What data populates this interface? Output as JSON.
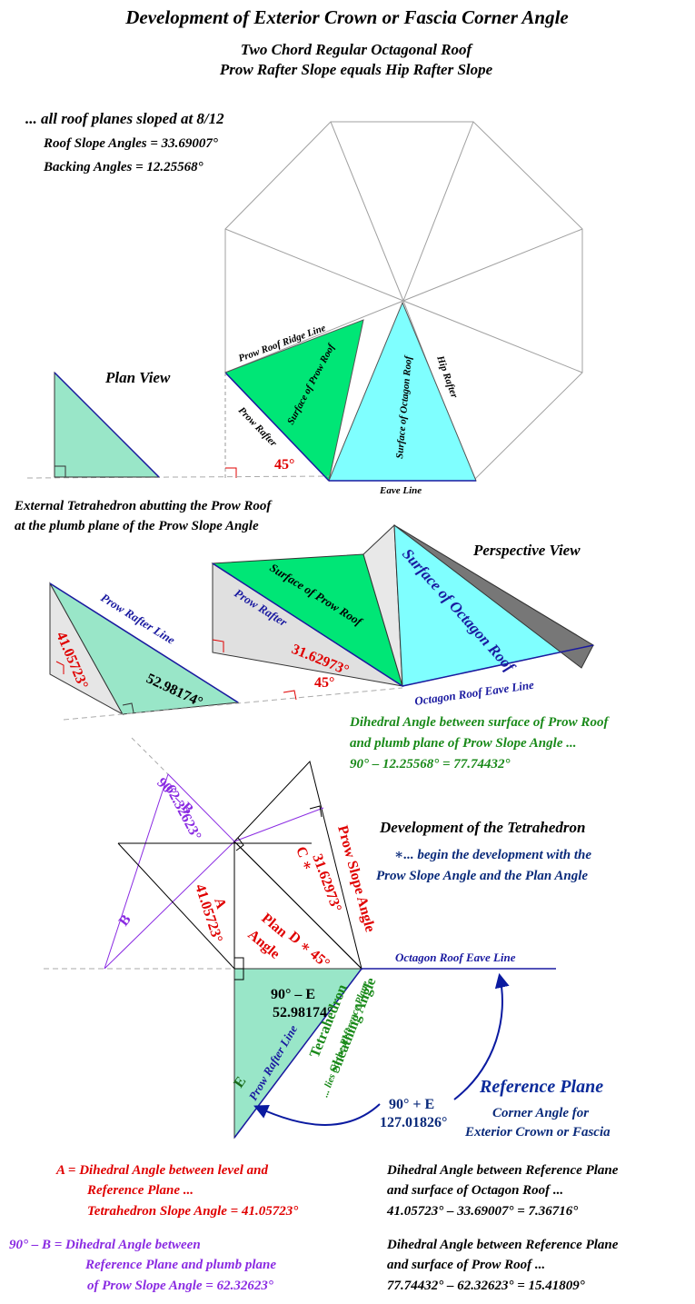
{
  "header": {
    "title": "Development of Exterior Crown or Fascia Corner Angle",
    "subtitle1": "Two Chord Regular Octagonal Roof",
    "subtitle2": "Prow Rafter Slope equals Hip Rafter Slope"
  },
  "plan": {
    "slope_note": "... all roof planes sloped at 8/12",
    "slope_angles": "Roof Slope Angles = 33.69007°",
    "backing_angles": "Backing Angles = 12.25568°",
    "view_label": "Plan View",
    "ridge_line": "Prow Roof Ridge Line",
    "surface_prow": "Surface of Prow Roof",
    "surface_octagon": "Surface of Octagon Roof",
    "hip_rafter": "Hip Rafter",
    "prow_rafter": "Prow Rafter",
    "angle_45": "45°",
    "eave_line": "Eave Line"
  },
  "perspective": {
    "tetra_note1": "External Tetrahedron abutting the Prow Roof",
    "tetra_note2": "at the plumb plane of the Prow Slope Angle",
    "view_label": "Perspective View",
    "prow_rafter_line": "Prow Rafter Line",
    "angle_a": "41.05723°",
    "angle_e": "52.98174°",
    "surface_prow": "Surface of Prow Roof",
    "prow_rafter": "Prow Rafter",
    "angle_c": "31.62973°",
    "angle_45": "45°",
    "surface_octagon": "Surface of Octagon Roof",
    "eave_line": "Octagon Roof Eave Line",
    "dihedral1": "Dihedral Angle between surface of Prow Roof",
    "dihedral2": "and plumb plane of Prow Slope Angle ...",
    "dihedral3": "90° – 12.25568° = 77.74432°"
  },
  "development": {
    "heading": "Development of the Tetrahedron",
    "hint1": "∗... begin the development with the",
    "hint2": "Prow Slope Angle and the Plan Angle",
    "b_top": "90° – B",
    "b_value": "62.32623°",
    "b_label": "B",
    "c_label": "C ∗",
    "c_value": "31.62973°",
    "prow_slope": "Prow Slope Angle",
    "a_label": "A",
    "a_value": "41.05723°",
    "plan_angle_1": "Plan",
    "plan_angle_2": "Angle",
    "d_label": "D ∗ 45°",
    "eave_line": "Octagon Roof Eave Line",
    "e_top": "90° – E",
    "e_value": "52.98174°",
    "e_label": "E",
    "prow_rafter_line": "Prow Rafter Line",
    "tetra1": "Tetrahedron",
    "tetra2": "Sheathing Angle",
    "tetra3": "... lies on the Reference Plane",
    "ninety_plus_e": "90° + E",
    "corner_value": "127.01826°",
    "ref_plane": "Reference Plane",
    "corner1": "Corner Angle for",
    "corner2": "Exterior Crown or Fascia"
  },
  "footer": {
    "a_line1": "A = Dihedral Angle between level and",
    "a_line2": "Reference Plane ...",
    "a_line3": "Tetrahedron Slope Angle = 41.05723°",
    "b_line1": "90° – B = Dihedral Angle between",
    "b_line2": "Reference Plane and plumb plane",
    "b_line3": "of Prow Slope Angle = 62.32623°",
    "r1_line1": "Dihedral Angle between Reference Plane",
    "r1_line2": "and surface of Octagon Roof ...",
    "r1_line3": "41.05723° – 33.69007° = 7.36716°",
    "r2_line1": "Dihedral Angle between Reference Plane",
    "r2_line2": "and surface of Prow Roof ...",
    "r2_line3": "77.74432° – 62.32623° = 15.41809°"
  },
  "colors": {
    "red": "#e00000",
    "green_dark": "#1a8a1a",
    "blue_dark": "#0a2a7a",
    "purple": "#8a2be2",
    "prow_fill": "#00e676",
    "octagon_fill": "#7fffff",
    "tetra_fill": "#99e6c8",
    "eave_blue": "#1a1aa0"
  }
}
